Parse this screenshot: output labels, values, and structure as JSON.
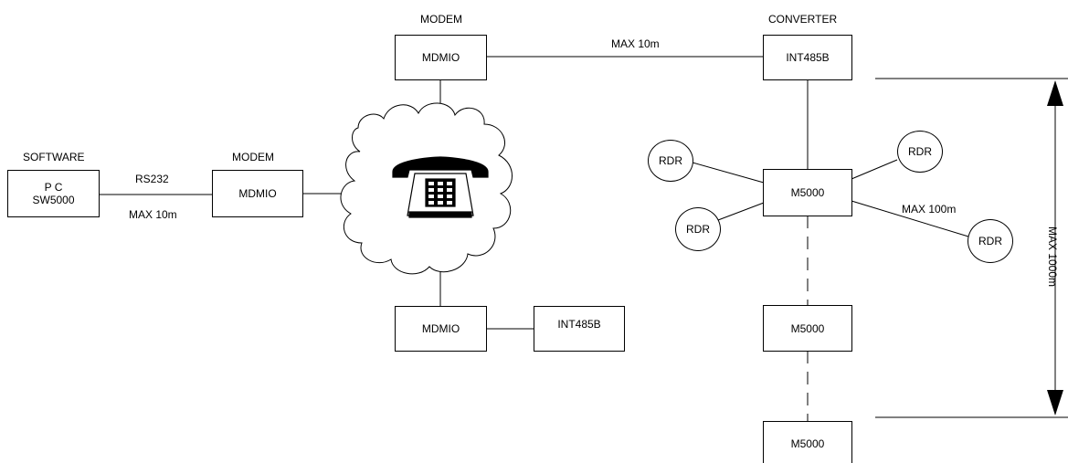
{
  "labels": {
    "software": "SOFTWARE",
    "modem_left": "MODEM",
    "modem_top": "MODEM",
    "converter": "CONVERTER",
    "rs232": "RS232",
    "max10m_left": "MAX 10m",
    "max10m_top": "MAX 10m",
    "max100m": "MAX 100m",
    "max_vertical": "MAX 1000m"
  },
  "boxes": {
    "pc_line1": "P C",
    "pc_line2": "SW5000",
    "mdmio_left": "MDMIO",
    "mdmio_top": "MDMIO",
    "mdmio_bottom": "MDMIO",
    "int485b_top": "INT485B",
    "int485b_bottom": "INT485B",
    "m5000_1": "M5000",
    "m5000_2": "M5000",
    "m5000_3": "M5000"
  },
  "readers": [
    "RDR",
    "RDR",
    "RDR",
    "RDR"
  ]
}
